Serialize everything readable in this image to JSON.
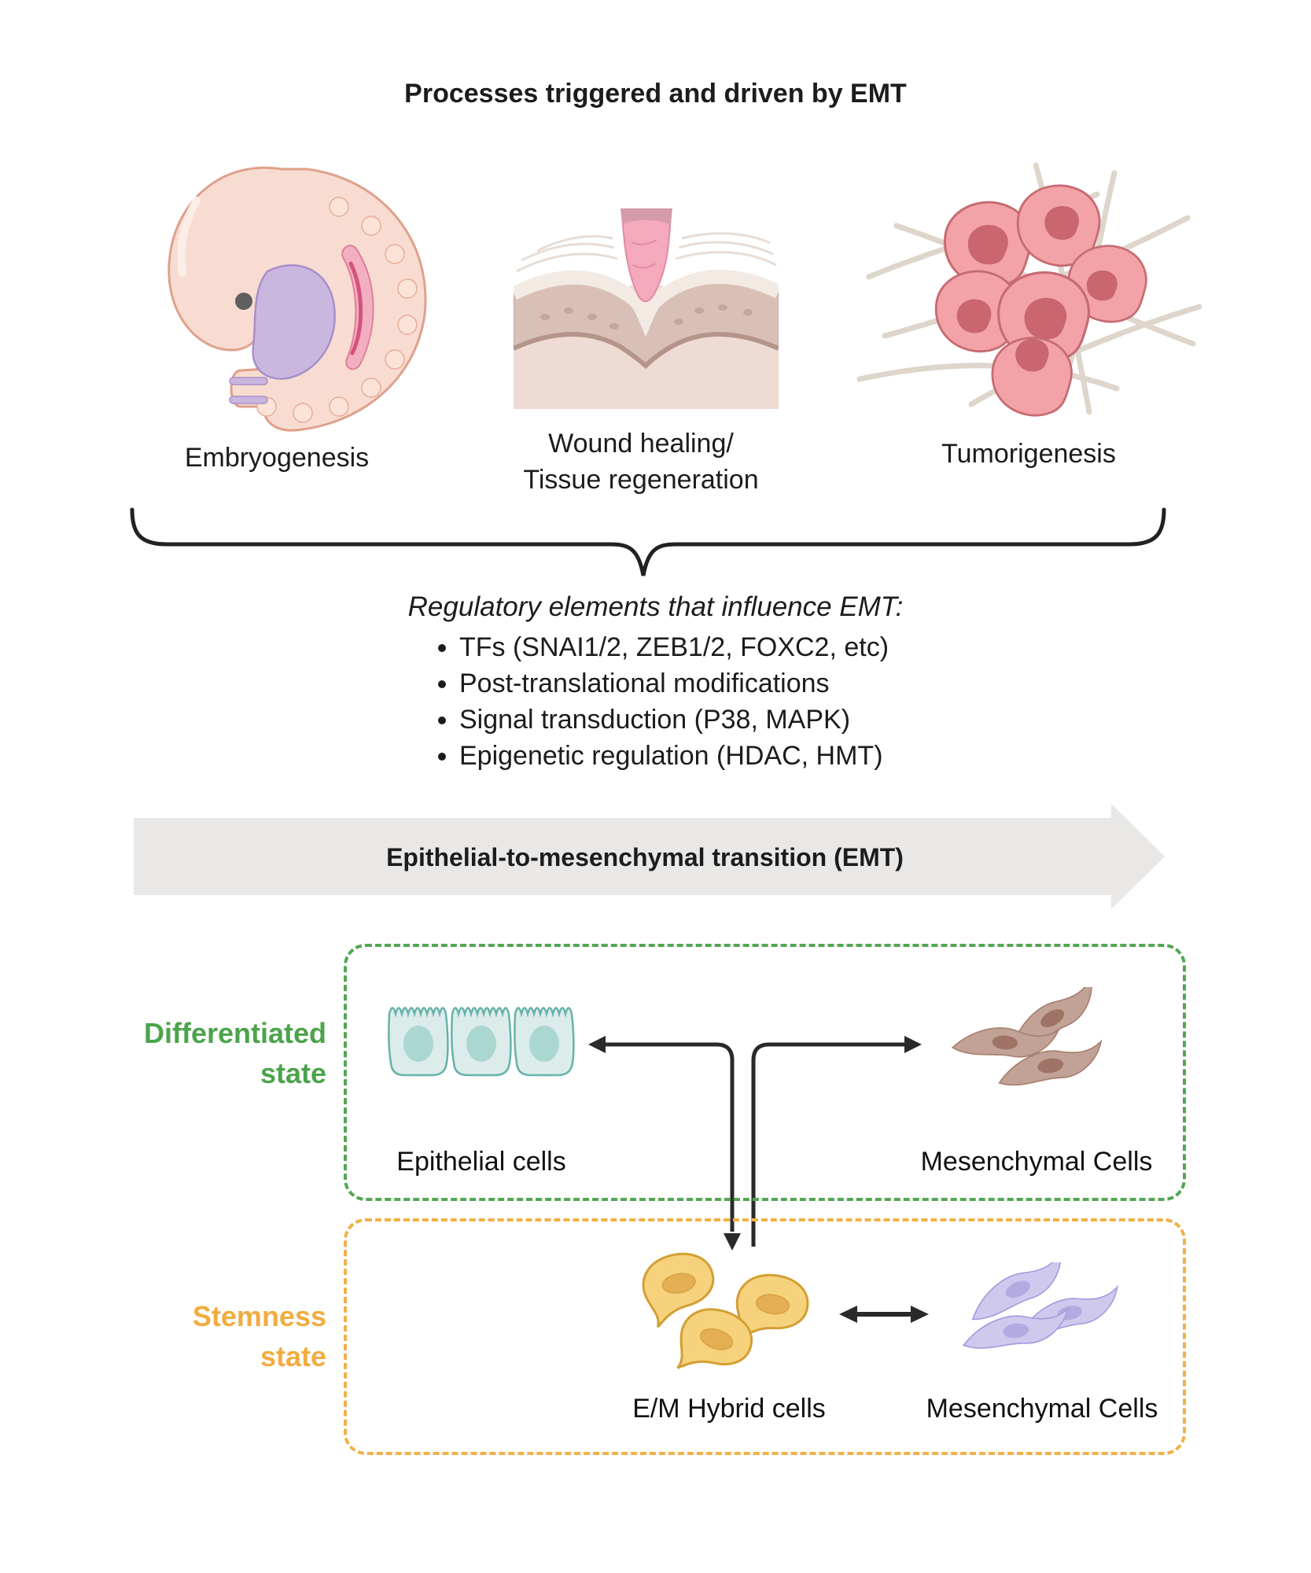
{
  "title": "Processes triggered and driven by EMT",
  "processes": [
    {
      "name": "embryogenesis",
      "label": "Embryogenesis"
    },
    {
      "name": "wound-healing",
      "label_line1": "Wound healing/",
      "label_line2": "Tissue regeneration"
    },
    {
      "name": "tumorigenesis",
      "label": "Tumorigenesis"
    }
  ],
  "regulatory": {
    "heading": "Regulatory elements that influence EMT:",
    "items": [
      "TFs (SNAI1/2, ZEB1/2, FOXC2, etc)",
      "Post-translational modifications",
      "Signal transduction (P38, MAPK)",
      "Epigenetic regulation (HDAC, HMT)"
    ]
  },
  "emt_arrow": {
    "label": "Epithelial-to-mesenchymal transition (EMT)"
  },
  "states": {
    "differentiated": {
      "label_line1": "Differentiated",
      "label_line2": "state",
      "left_cells": "Epithelial cells",
      "right_cells": "Mesenchymal Cells",
      "accent_color": "#4ca34c"
    },
    "stemness": {
      "label_line1": "Stemness",
      "label_line2": "state",
      "left_cells": "E/M Hybrid cells",
      "right_cells": "Mesenchymal Cells",
      "accent_color": "#f1ac40"
    }
  },
  "colors": {
    "emt_arrow_fill": "#e9e8e7",
    "connector_black": "#2a2a2a",
    "differentiated_green": "#4ca34c",
    "stemness_orange": "#f1ac40",
    "epithelial_cell_fill": "#dcecea",
    "epithelial_cell_stroke": "#66b2a9",
    "mesenchymal_brown_fill": "#c2a296",
    "hybrid_yellow_fill": "#f6d27d",
    "mesenchymal_purple_fill": "#d0c9ee",
    "embryo_body": "#f8dcd2",
    "tumor_cell_fill": "#f3a3a8",
    "wound_plug_fill": "#f4a9bd"
  }
}
